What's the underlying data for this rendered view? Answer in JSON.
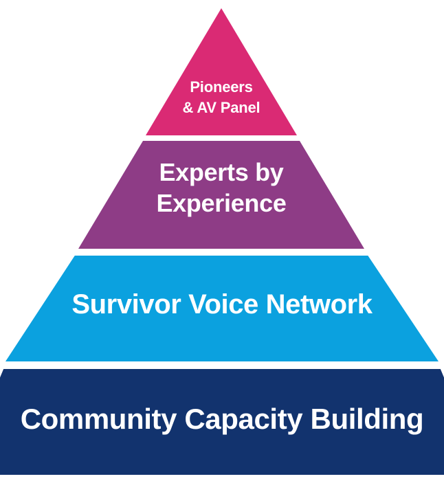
{
  "diagram": {
    "type": "pyramid",
    "background": "#FFFFFF",
    "text_color": "#FFFFFF",
    "tiers": [
      {
        "id": "pioneers-av-panel",
        "label": "Pioneers & AV Panel",
        "lines": {
          "line1": "Pioneers",
          "line2": "& AV Panel"
        },
        "color": "#DA2A74"
      },
      {
        "id": "experts-by-experience",
        "label": "Experts by Experience",
        "lines": {
          "line1": "Experts by",
          "line2": "Experience"
        },
        "color": "#8E3C86"
      },
      {
        "id": "survivor-voice-network",
        "label": "Survivor Voice Network",
        "color": "#0BA1DF"
      },
      {
        "id": "community-capacity-building",
        "label": "Community Capacity Building",
        "color": "#12336E"
      }
    ]
  }
}
